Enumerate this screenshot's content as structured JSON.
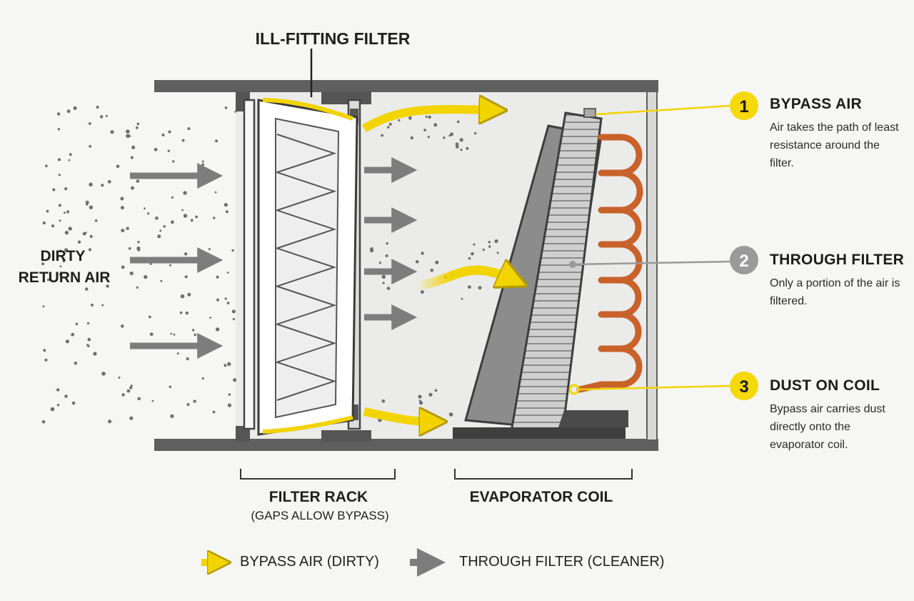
{
  "labels": {
    "ill_fitting_filter": "ILL-FITTING FILTER",
    "dirty_return_air_line1": "DIRTY",
    "dirty_return_air_line2": "RETURN AIR",
    "filter_rack": "FILTER RACK",
    "filter_rack_sub": "(GAPS ALLOW BYPASS)",
    "evaporator_coil": "EVAPORATOR COIL"
  },
  "callouts": [
    {
      "number": "1",
      "title": "BYPASS AIR",
      "description": "Air takes the path of least resistance around the filter.",
      "badge_color": "#f5d90a"
    },
    {
      "number": "2",
      "title": "THROUGH FILTER",
      "description": "Only a portion of the air is filtered.",
      "badge_color": "#9a9a9a"
    },
    {
      "number": "3",
      "title": "DUST ON COIL",
      "description": "Bypass air carries dust directly onto the evaporator coil.",
      "badge_color": "#f5d90a"
    }
  ],
  "legend": {
    "bypass": {
      "label": "BYPASS AIR (DIRTY)",
      "color": "#f2d400",
      "icon": "yellow-arrow-icon"
    },
    "through": {
      "label": "THROUGH FILTER (CLEANER)",
      "color": "#7d7d7d",
      "icon": "gray-arrow-icon"
    }
  },
  "colors": {
    "duct": "#5f5f5f",
    "bypass_air": "#f2d400",
    "filtered_air": "#7d7d7d",
    "coil_copper": "#c8622a"
  }
}
